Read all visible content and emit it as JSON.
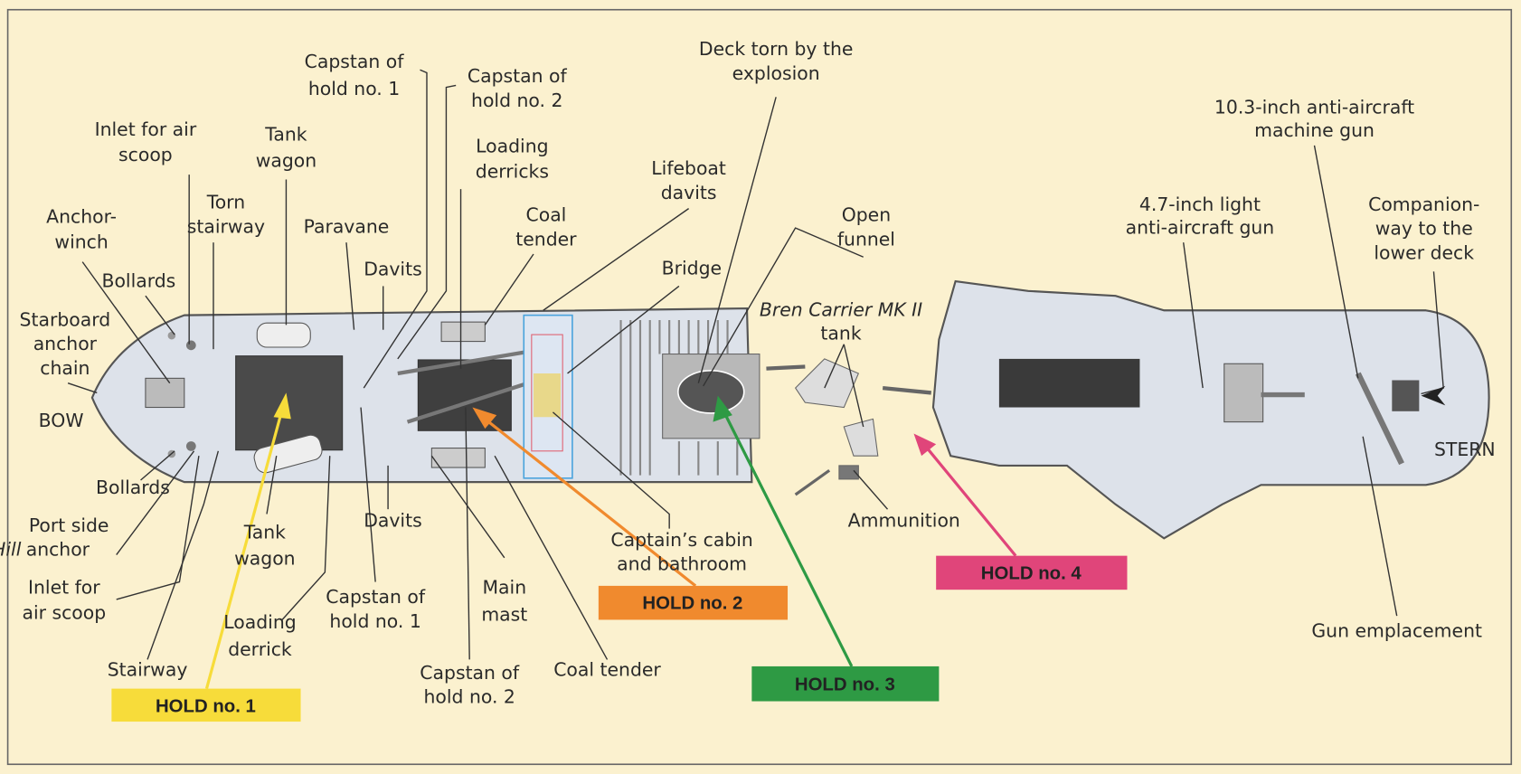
{
  "colors": {
    "background": "#fbf1cf",
    "hull": "#dde2ea",
    "hold1": "#f7dc3a",
    "hold2": "#f08a2e",
    "hold3": "#2e9a44",
    "hold4": "#e0457a"
  },
  "labels": {
    "capstan1_top": [
      "Capstan of",
      "hold no. 1"
    ],
    "capstan2_top": [
      "Capstan of",
      "hold no. 2"
    ],
    "deck_torn": [
      "Deck torn by the",
      "explosion"
    ],
    "mg": [
      "10.3-inch anti-aircraft",
      "machine gun"
    ],
    "inlet_top": [
      "Inlet for air",
      "scoop"
    ],
    "tank_wagon_top": [
      "Tank",
      "wagon"
    ],
    "loading_derricks": [
      "Loading",
      "derricks"
    ],
    "lifeboat_davits": [
      "Lifeboat",
      "davits"
    ],
    "torn_stairway": [
      "Torn",
      "stairway"
    ],
    "anchor_winch": [
      "Anchor-",
      "winch"
    ],
    "coal_tender_top": [
      "Coal",
      "tender"
    ],
    "open_funnel": [
      "Open",
      "funnel"
    ],
    "aa_gun": [
      "4.7-inch light",
      "anti-aircraft gun"
    ],
    "companionway": [
      "Companion-",
      "way to the",
      "lower deck"
    ],
    "paravane": "Paravane",
    "davits_top": "Davits",
    "bridge": "Bridge",
    "bollards_top": "Bollards",
    "starboard_chain": [
      "Starboard",
      "anchor",
      "chain"
    ],
    "bren": [
      "Bren Carrier MK II",
      "tank"
    ],
    "bow": "BOW",
    "stern": "STERN",
    "bollards_bottom": "Bollards",
    "davits_bottom": "Davits",
    "ammunition": "Ammunition",
    "captains_cabin": [
      "Captain’s cabin",
      "and bathroom"
    ],
    "port_anchor": [
      "Port side",
      "Hill",
      "anchor"
    ],
    "tank_wagon_bottom": [
      "Tank",
      "wagon"
    ],
    "inlet_bottom": [
      "Inlet for",
      "air scoop"
    ],
    "capstan1_bottom": [
      "Capstan of",
      "hold no. 1"
    ],
    "main_mast": [
      "Main",
      "mast"
    ],
    "loading_derrick": [
      "Loading",
      "derrick"
    ],
    "stairway": "Stairway",
    "capstan2_bottom": [
      "Capstan of",
      "hold no. 2"
    ],
    "coal_tender_bottom": "Coal tender",
    "gun_emplacement": "Gun emplacement"
  },
  "holds": [
    "HOLD no. 1",
    "HOLD no. 2",
    "HOLD no. 3",
    "HOLD no. 4"
  ]
}
